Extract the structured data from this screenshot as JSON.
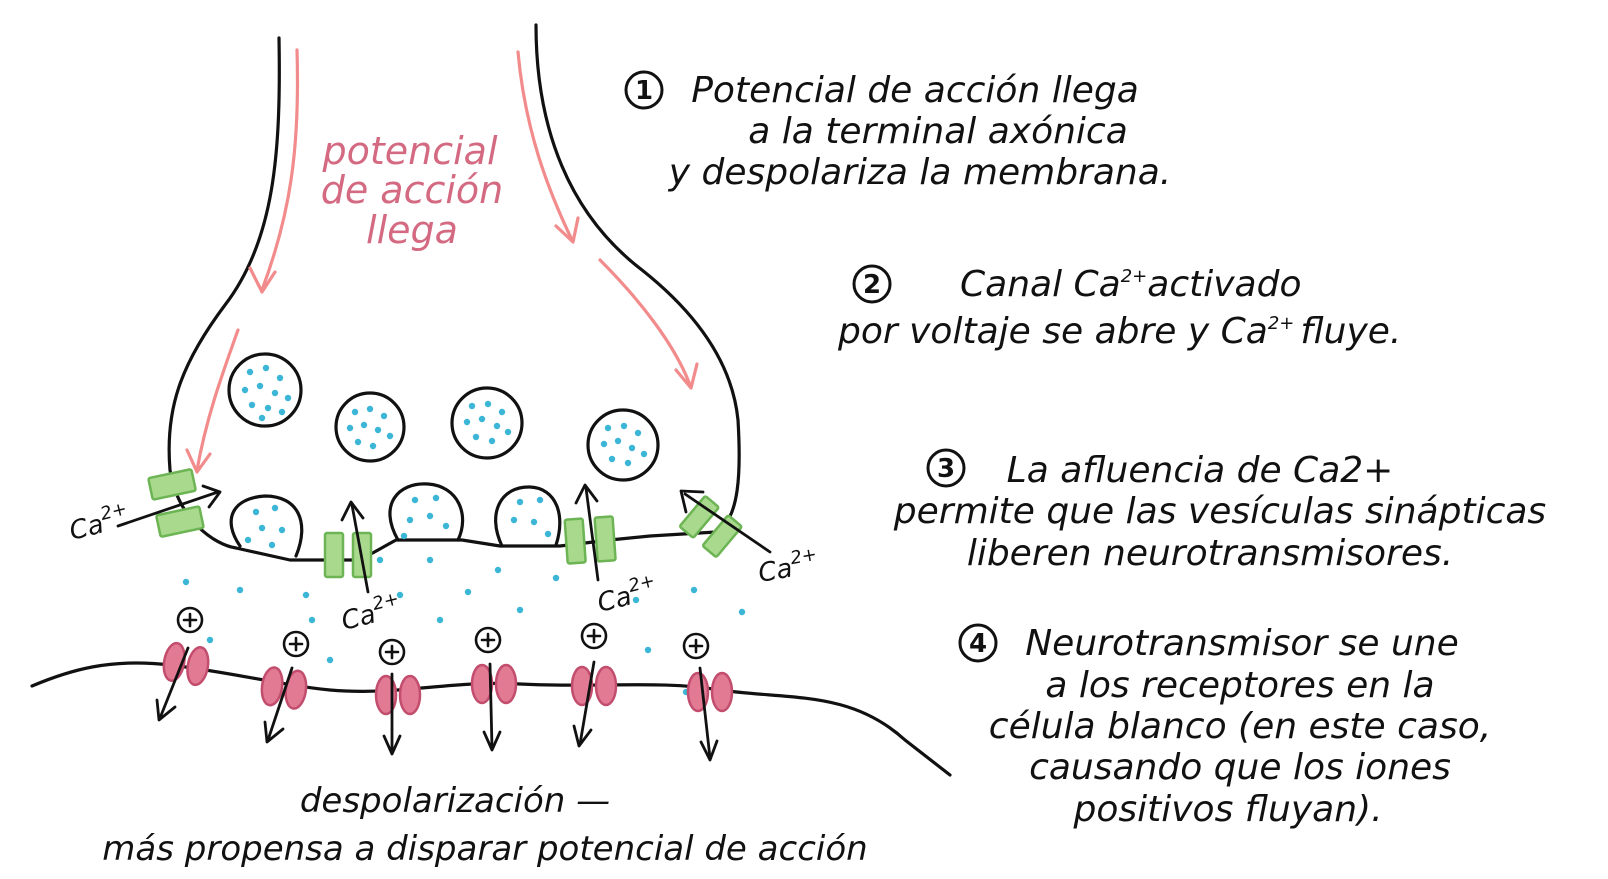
{
  "diagram": {
    "side_label": [
      "potencial",
      "de acción",
      "llega"
    ],
    "steps": [
      {
        "number": "1",
        "lines": [
          "Potencial de acción llega",
          "a la terminal axónica",
          "y despolariza la membrana."
        ]
      },
      {
        "number": "2",
        "lines": [
          "Canal Ca",
          "por voltaje se abre y  Ca",
          "fluye."
        ],
        "superscript": "2+",
        "word_activated": "activado"
      },
      {
        "number": "3",
        "lines": [
          "La afluencia de Ca2+",
          "permite que las vesículas sinápticas",
          "liberen neurotransmisores."
        ]
      },
      {
        "number": "4",
        "lines": [
          "Neurotransmisor se une",
          "a los receptores en la",
          "célula blanco (en este caso,",
          "causando que los iones",
          "positivos fluyan)."
        ]
      }
    ],
    "calcium_labels": {
      "base": "Ca",
      "charge": "2+"
    },
    "bottom_caption": [
      "despolarización —",
      "más propensa a disparar potencial de acción"
    ],
    "colors": {
      "membrane": "#111111",
      "arrival_arrow": "#f28b8b",
      "arrival_text": "#d46a82",
      "neurotransmitter": "#3cb6d6",
      "calcium_channel": "#a9d98c",
      "receptor": "#e27a94"
    },
    "icons": [
      "positive-ion-icon",
      "calcium-channel-icon",
      "receptor-icon",
      "vesicle-icon"
    ]
  }
}
